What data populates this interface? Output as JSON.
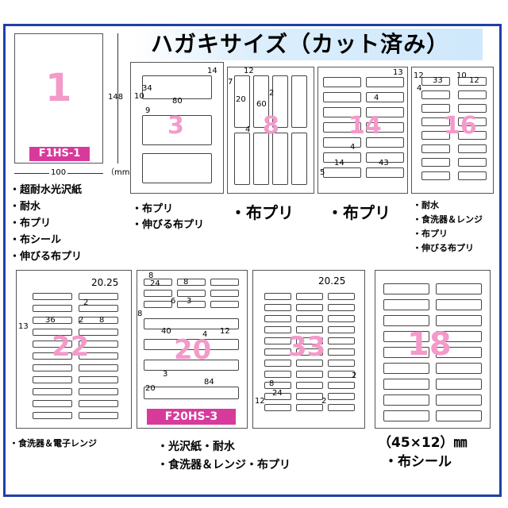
{
  "title": "ハガキサイズ（カット済み）",
  "sheet1": {
    "number": "1",
    "code": "F1HS-1",
    "height_dim": "148",
    "width_dim": "100",
    "unit": "（mm）",
    "features": [
      "・超耐水光沢紙",
      "・耐水",
      "・布プリ",
      "・布シール",
      "・伸びる布プリ"
    ]
  },
  "sheet3": {
    "number": "3",
    "dims": [
      "14",
      "34",
      "10",
      "80",
      "9"
    ],
    "features": [
      "・布プリ",
      "・伸びる布プリ"
    ]
  },
  "sheet8": {
    "number": "8",
    "dims": [
      "12",
      "7",
      "20",
      "60",
      "2",
      "4"
    ],
    "features": [
      "・布プリ"
    ]
  },
  "sheet14": {
    "number": "14",
    "dims": [
      "13",
      "4",
      "4",
      "14",
      "43",
      "5"
    ],
    "features": [
      "・布プリ"
    ]
  },
  "sheet16": {
    "number": "16",
    "dims": [
      "12",
      "33",
      "10",
      "12",
      "4"
    ],
    "features": [
      "・耐水",
      "・食洗器＆レンジ",
      "・布プリ",
      "・伸びる布プリ"
    ]
  },
  "sheet22": {
    "number": "22",
    "dims": [
      "20.25",
      "2",
      "36",
      "2",
      "8",
      "13"
    ],
    "features": [
      "・食洗器＆電子レンジ"
    ]
  },
  "sheet20": {
    "number": "20",
    "code": "F20HS-3",
    "dims": [
      "8",
      "24",
      "8",
      "6",
      "3",
      "8",
      "40",
      "4",
      "12",
      "3",
      "20",
      "84"
    ],
    "features": [
      "・光沢紙・耐水",
      "・食洗器＆レンジ・布プリ"
    ]
  },
  "sheet33": {
    "number": "33",
    "dims": [
      "20.25",
      "2",
      "8",
      "24",
      "12",
      "2"
    ],
    "features": []
  },
  "sheet18": {
    "number": "18",
    "size_text": "（45×12）㎜",
    "features": [
      "・布シール"
    ]
  },
  "colors": {
    "accent": "#1f3fa8",
    "number_pink": "#f39ac9",
    "badge": "#d83a9c"
  }
}
